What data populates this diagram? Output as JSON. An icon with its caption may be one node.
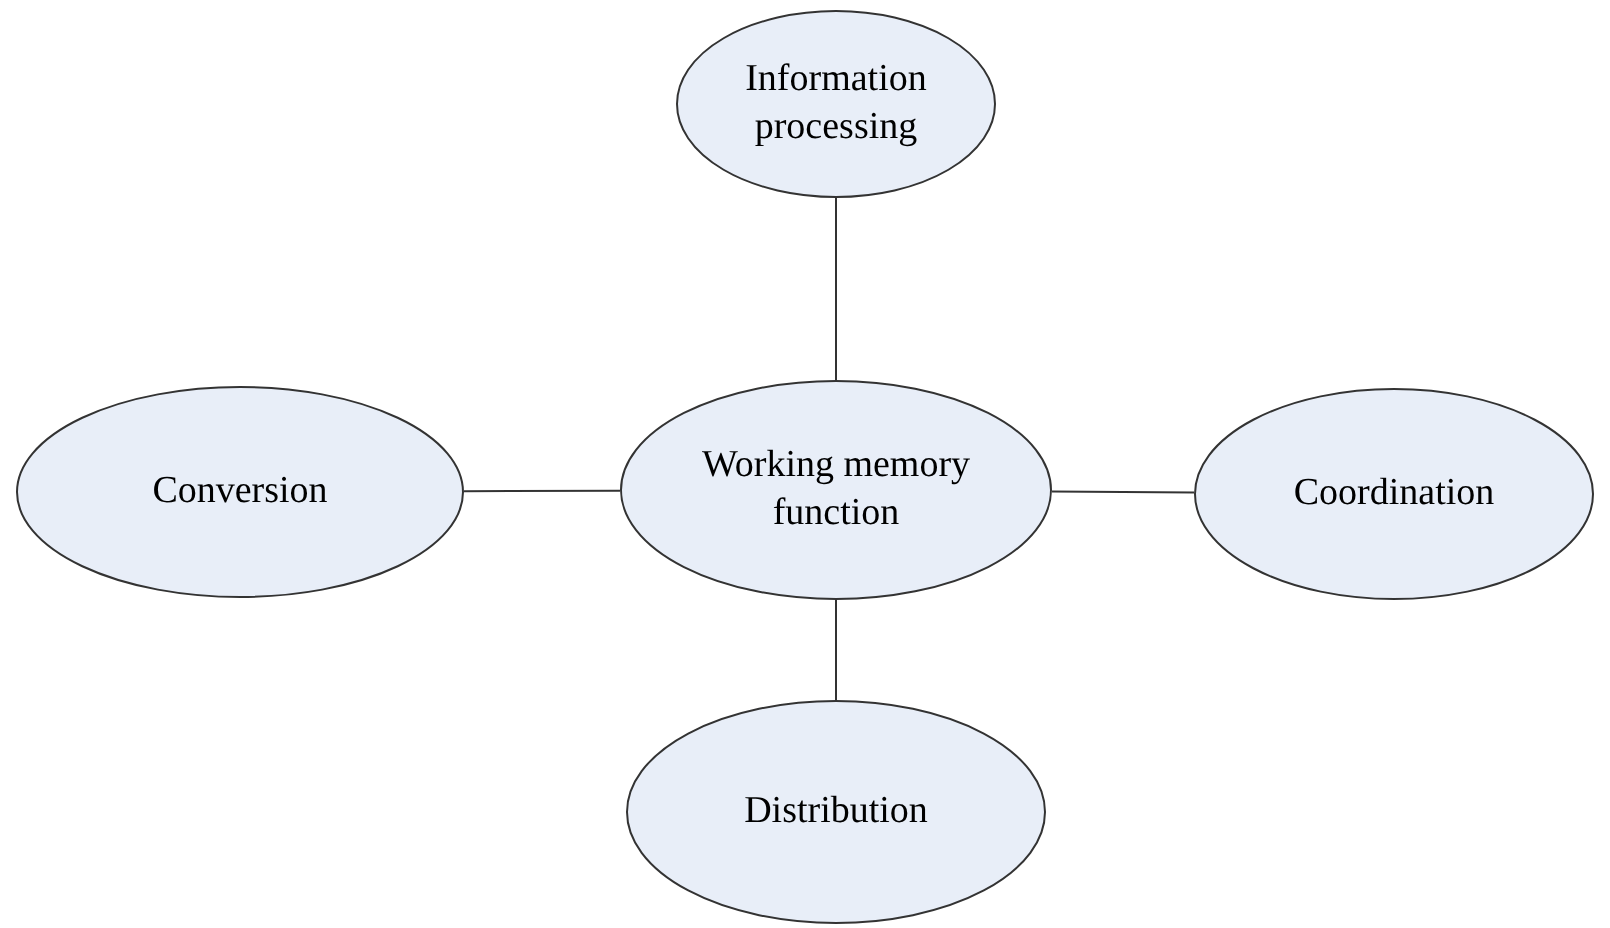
{
  "diagram": {
    "nodes": [
      {
        "text": [
          "Working memory function"
        ]
      },
      {
        "text": [
          "Information processing"
        ]
      },
      {
        "text": [
          "Conversion"
        ]
      },
      {
        "text": [
          "Coordination"
        ]
      },
      {
        "text": [
          "Distribution"
        ]
      }
    ],
    "edges": [
      {
        "from": 0,
        "to": 1,
        "arrow": "none"
      },
      {
        "from": 0,
        "to": 2,
        "arrow": "none"
      },
      {
        "from": 0,
        "to": 3,
        "arrow": "none"
      },
      {
        "from": 0,
        "to": 4,
        "arrow": "none"
      }
    ]
  }
}
